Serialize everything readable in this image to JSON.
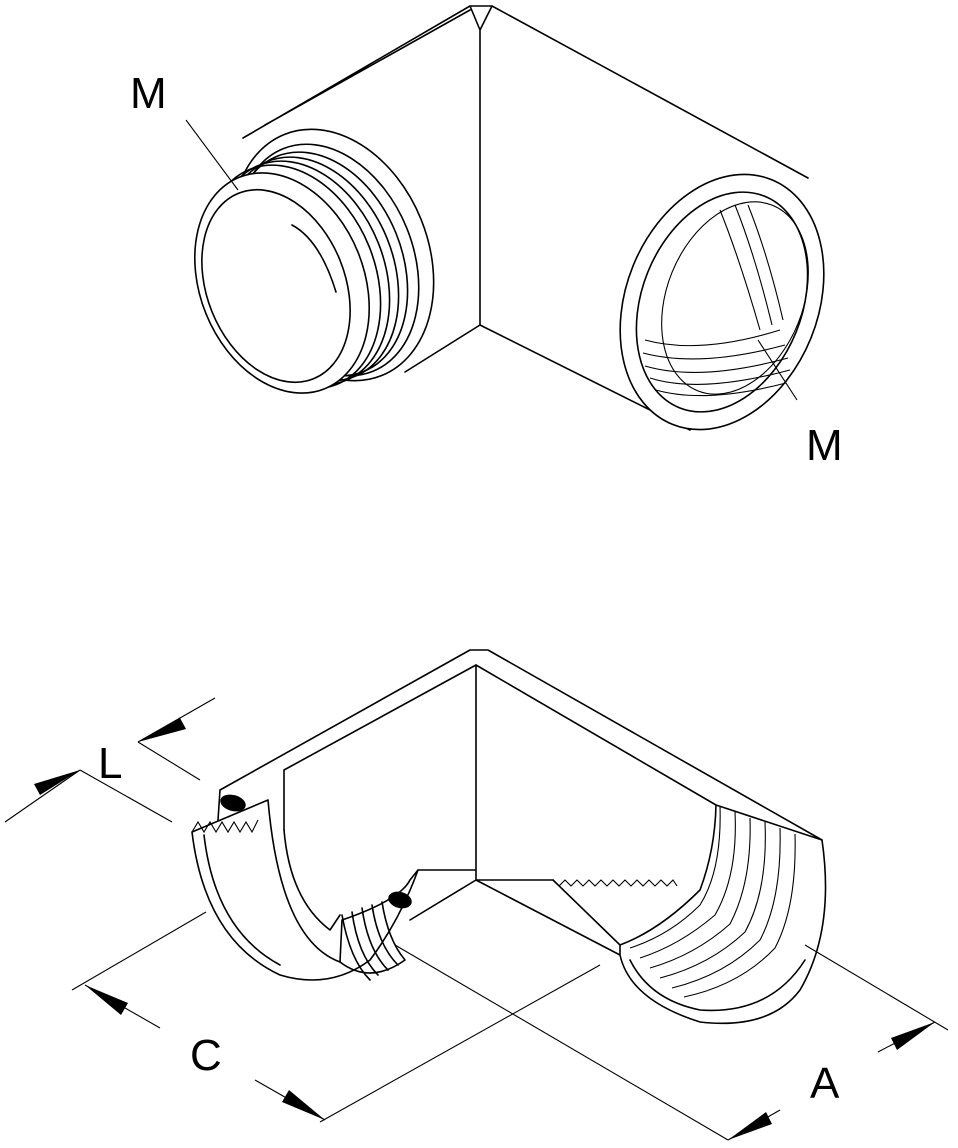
{
  "labels": {
    "thread_outer": "M",
    "thread_inner": "M",
    "length_L": "L",
    "dim_C": "C",
    "dim_A": "A"
  }
}
